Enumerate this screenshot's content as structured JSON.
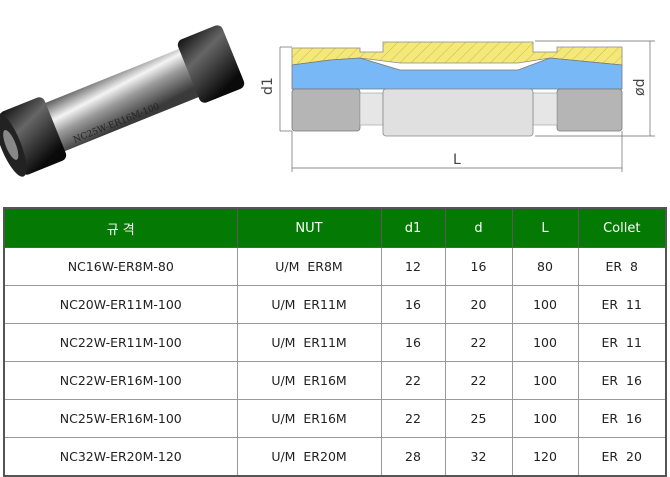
{
  "photo": {
    "engraving": "NC25W-ER16M-100"
  },
  "drawing": {
    "dim_d1": "d1",
    "dim_d": "ød",
    "dim_L": "L",
    "colors": {
      "body": "#f5e87a",
      "collet": "#78b8f7",
      "nut": "#b5b5b5",
      "shank": "#e0e0e0"
    }
  },
  "table": {
    "headers": [
      "규  격",
      "NUT",
      "d1",
      "d",
      "L",
      "Collet"
    ],
    "header_color": "#047a04",
    "rows": [
      [
        "NC16W-ER8M-80",
        "U/M  ER8M",
        "12",
        "16",
        "80",
        "ER  8"
      ],
      [
        "NC20W-ER11M-100",
        "U/M  ER11M",
        "16",
        "20",
        "100",
        "ER  11"
      ],
      [
        "NC22W-ER11M-100",
        "U/M  ER11M",
        "16",
        "22",
        "100",
        "ER  11"
      ],
      [
        "NC22W-ER16M-100",
        "U/M  ER16M",
        "22",
        "22",
        "100",
        "ER  16"
      ],
      [
        "NC25W-ER16M-100",
        "U/M  ER16M",
        "22",
        "25",
        "100",
        "ER  16"
      ],
      [
        "NC32W-ER20M-120",
        "U/M  ER20M",
        "28",
        "32",
        "120",
        "ER  20"
      ]
    ]
  }
}
